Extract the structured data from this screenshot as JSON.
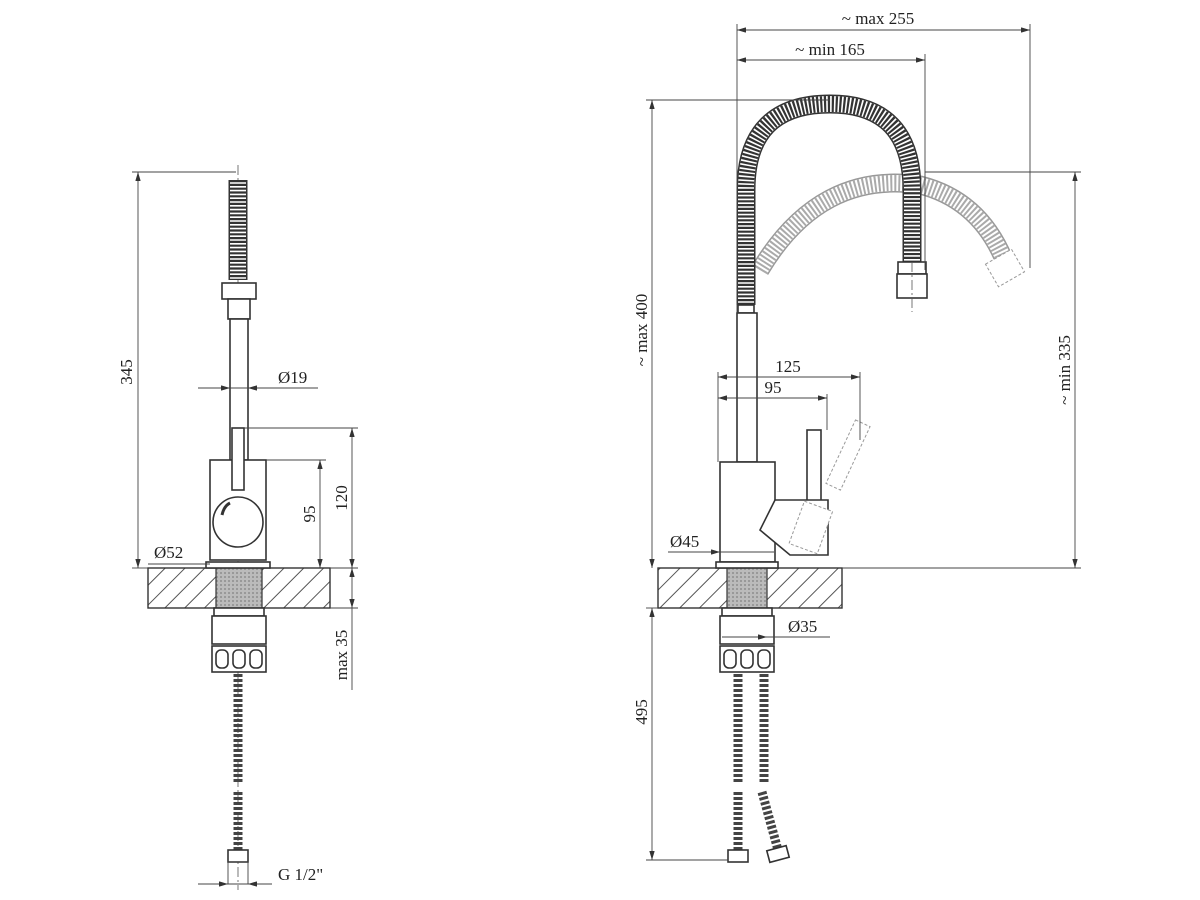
{
  "side_view": {
    "height_total": "345",
    "spout_diameter": "Ø19",
    "handle_height": "120",
    "body_height": "95",
    "base_diameter": "Ø52",
    "max_countertop": "max 35",
    "connection_thread": "G 1/2\""
  },
  "front_view": {
    "reach_max": "~ max 255",
    "reach_min": "~ min 165",
    "height_max": "~ max 400",
    "height_min": "~ min 335",
    "handle_reach_max": "125",
    "handle_reach": "95",
    "base_diameter": "Ø45",
    "shank_diameter": "Ø35",
    "hose_length": "495"
  }
}
